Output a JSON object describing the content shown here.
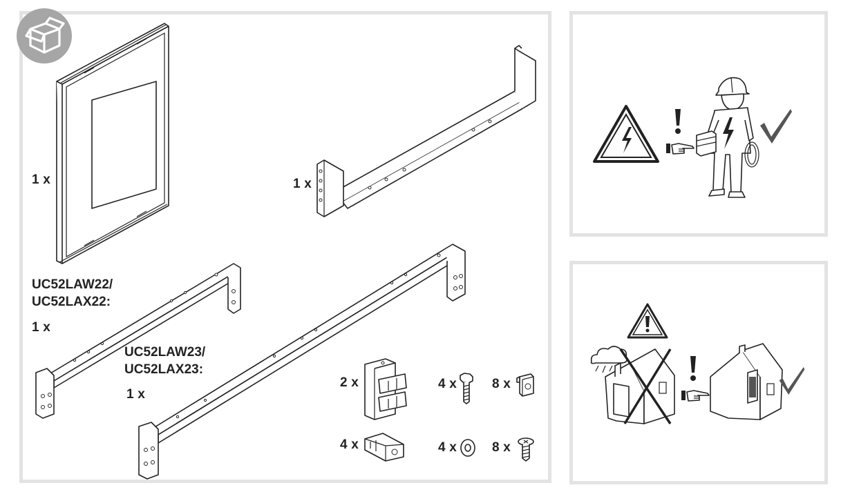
{
  "contents_panel": {
    "enclosure_qty": "1 x",
    "rail_qty": "1 x",
    "models_a": [
      "UC52LAW22/",
      "UC52LAX22:"
    ],
    "bar_a_qty": "1 x",
    "models_b": [
      "UC52LAW23/",
      "UC52LAX23:"
    ],
    "bar_b_qty": "1 x",
    "clip_qty": "2 x",
    "bolt_qty": "4 x",
    "cage_nut_qty": "8 x",
    "plug_qty": "4 x",
    "washer_qty": "4 x",
    "screw_qty": "8 x"
  },
  "colors": {
    "panel_border": "#e3e3e3",
    "badge": "#a6a6a6",
    "line": "#222222"
  },
  "icons": {
    "box": "package-box-icon",
    "electrician": "qualified-electrician-icon",
    "house": "indoor-installation-icon"
  }
}
